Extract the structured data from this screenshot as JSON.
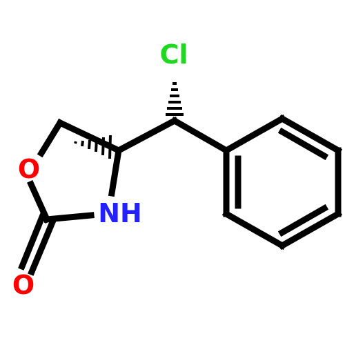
{
  "molecule": {
    "atoms": {
      "cl": {
        "label": "Cl",
        "color": "#1FD81F"
      },
      "o_ring": {
        "label": "O",
        "color": "#FF0000"
      },
      "o_carbonyl": {
        "label": "O",
        "color": "#FF0000"
      },
      "nh": {
        "label": "NH",
        "color": "#2222FF"
      }
    },
    "bond_color": "#000000"
  }
}
